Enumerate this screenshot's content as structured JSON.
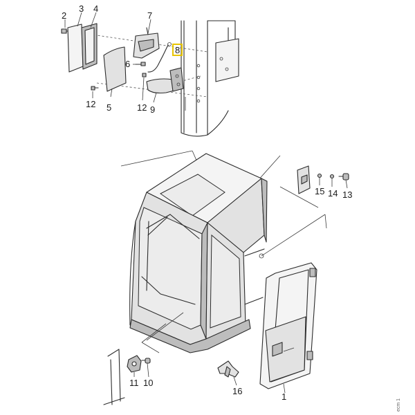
{
  "callouts": {
    "c1": "1",
    "c2": "2",
    "c3": "3",
    "c4": "4",
    "c5": "5",
    "c6": "6",
    "c7": "7",
    "c8": "8",
    "c9": "9",
    "c10": "10",
    "c11": "11",
    "c12a": "12",
    "c12b": "12",
    "c13": "13",
    "c14": "14",
    "c15": "15",
    "c16": "16"
  },
  "highlighted_callout": "8",
  "highlight_color": "#e8c400",
  "reference_code": "ecm 1"
}
